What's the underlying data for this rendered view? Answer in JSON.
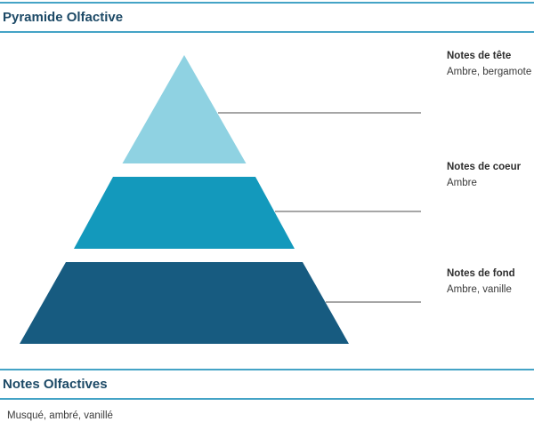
{
  "header": {
    "title": "Pyramide Olfactive"
  },
  "pyramid": {
    "levels": [
      {
        "id": "tete",
        "title": "Notes de tête",
        "notes": "Ambre, bergamote",
        "color": "#8FD2E2"
      },
      {
        "id": "coeur",
        "title": "Notes de coeur",
        "notes": "Ambre",
        "color": "#1399BC"
      },
      {
        "id": "fond",
        "title": "Notes de fond",
        "notes": "Ambre, vanille",
        "color": "#175B80"
      }
    ],
    "connector_color": "#A6A6A6"
  },
  "notes_section": {
    "title": "Notes Olfactives",
    "content": "Musqué, ambré, vanillé"
  },
  "theme": {
    "heading_color": "#1C4966",
    "rule_color": "#44A3C6",
    "label_title_color": "#2E2E2E",
    "body_text_color": "#3A3A3A"
  }
}
